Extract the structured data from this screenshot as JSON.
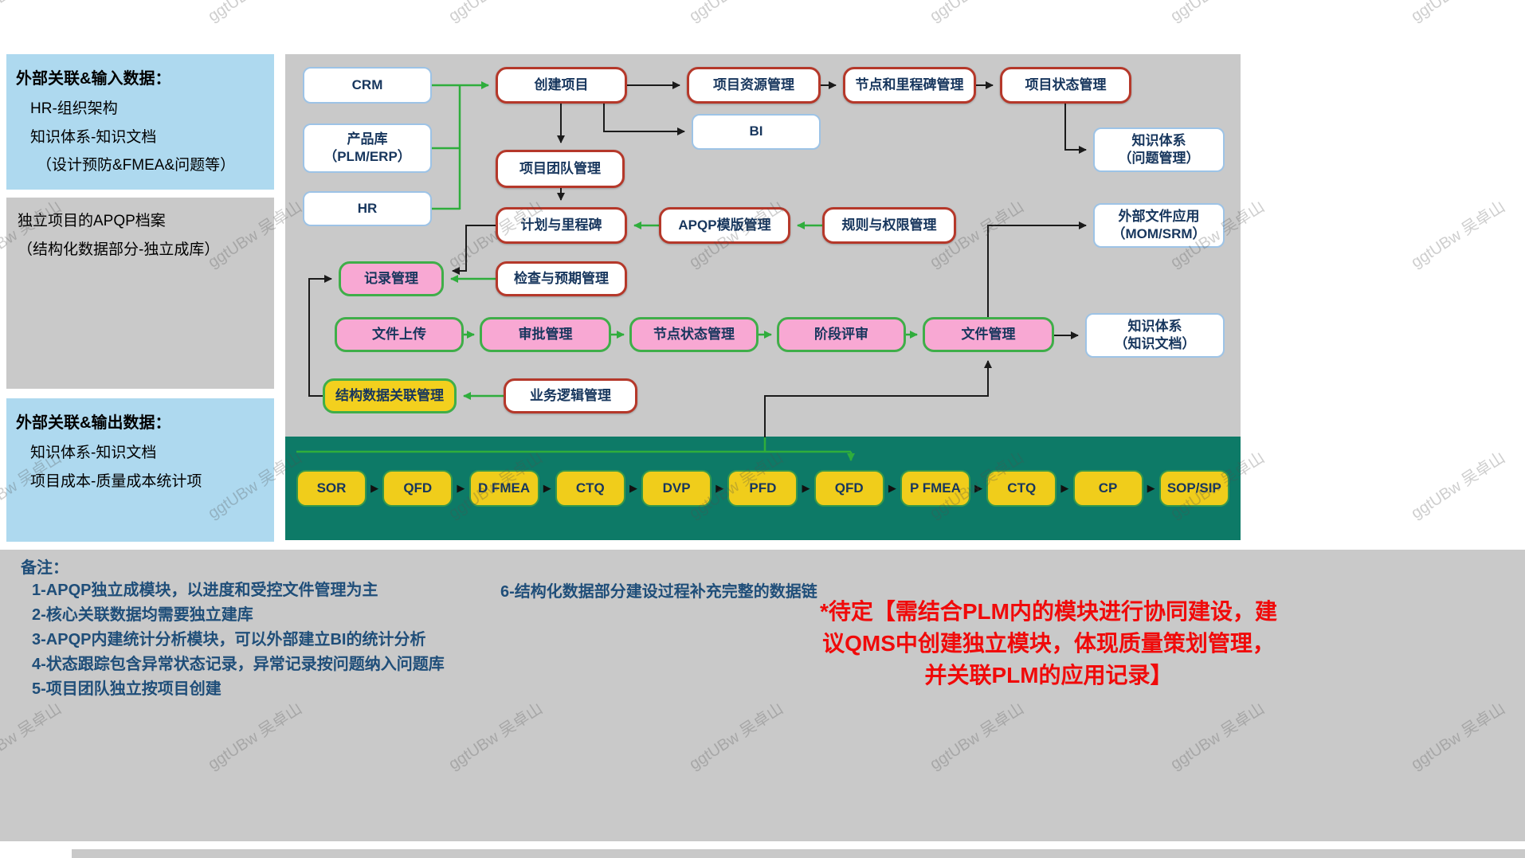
{
  "watermark": "ggtUBw 吴卓山",
  "icons": {
    "flow_arrow": "▶"
  },
  "colors": {
    "panel_blue": "#aed9ef",
    "panel_gray": "#c9c9c9",
    "band_teal": "#0d7a67",
    "box_yellow": "#f0cd1b",
    "box_pink": "#f8a8d3",
    "border_red": "#b5382a",
    "border_green": "#3fae49",
    "border_blue": "#9dc3e6",
    "text_navy": "#17365d",
    "text_note_blue": "#1f4e79",
    "text_red": "#f00a0a"
  },
  "panels": {
    "input": {
      "title": "外部关联&输入数据：",
      "items": [
        "HR-组织架构",
        "知识体系-知识文档",
        "（设计预防&FMEA&问题等）"
      ]
    },
    "archive": {
      "lines": [
        "独立项目的APQP档案",
        "（结构化数据部分-独立成库）"
      ]
    },
    "output": {
      "title": "外部关联&输出数据：",
      "items": [
        "知识体系-知识文档",
        "项目成本-质量成本统计项"
      ]
    }
  },
  "nodes": {
    "crm": "CRM",
    "product_lib": "产品库\n（PLM/ERP）",
    "hr": "HR",
    "create_project": "创建项目",
    "project_resource": "项目资源管理",
    "milestone_mgmt": "节点和里程碑管理",
    "project_status": "项目状态管理",
    "bi": "BI",
    "knowledge_issue": "知识体系\n（问题管理）",
    "project_team": "项目团队管理",
    "plan_milestone": "计划与里程碑",
    "apqp_template": "APQP模版管理",
    "rules_permission": "规则与权限管理",
    "external_file": "外部文件应用\n（MOM/SRM）",
    "record_mgmt": "记录管理",
    "inspection": "检查与预期管理",
    "file_upload": "文件上传",
    "approval": "审批管理",
    "node_status": "节点状态管理",
    "phase_review": "阶段评审",
    "file_mgmt": "文件管理",
    "knowledge_doc": "知识体系\n（知识文档）",
    "structure_data": "结构数据关联管理",
    "business_logic": "业务逻辑管理"
  },
  "flow_band": {
    "items": [
      "SOR",
      "QFD",
      "D FMEA",
      "CTQ",
      "DVP",
      "PFD",
      "QFD",
      "P FMEA",
      "CTQ",
      "CP",
      "SOP/SIP"
    ]
  },
  "notes": {
    "title": "备注：",
    "items": [
      "1-APQP独立成模块，以进度和受控文件管理为主",
      "2-核心关联数据均需要独立建库",
      "3-APQP内建统计分析模块，可以外部建立BI的统计分析",
      "4-状态跟踪包含异常状态记录，异常记录按问题纳入问题库",
      "5-项目团队独立按项目创建"
    ],
    "item6": "6-结构化数据部分建设过程补充完整的数据链",
    "pending": "*待定【需结合PLM内的模块进行协同建设，建\n议QMS中创建独立模块，体现质量策划管理，\n并关联PLM的应用记录】"
  }
}
